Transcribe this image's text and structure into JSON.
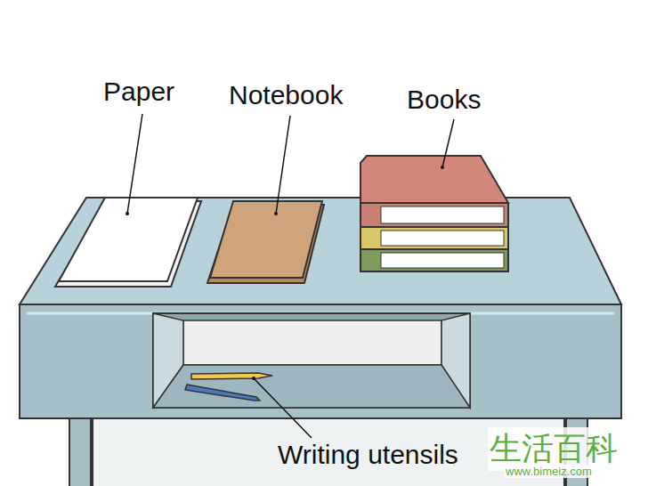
{
  "diagram": {
    "labels": [
      "Paper",
      "Notebook",
      "Books",
      "Writing utensils",
      "生活百科",
      "www.bimeiz.com"
    ]
  }
}
